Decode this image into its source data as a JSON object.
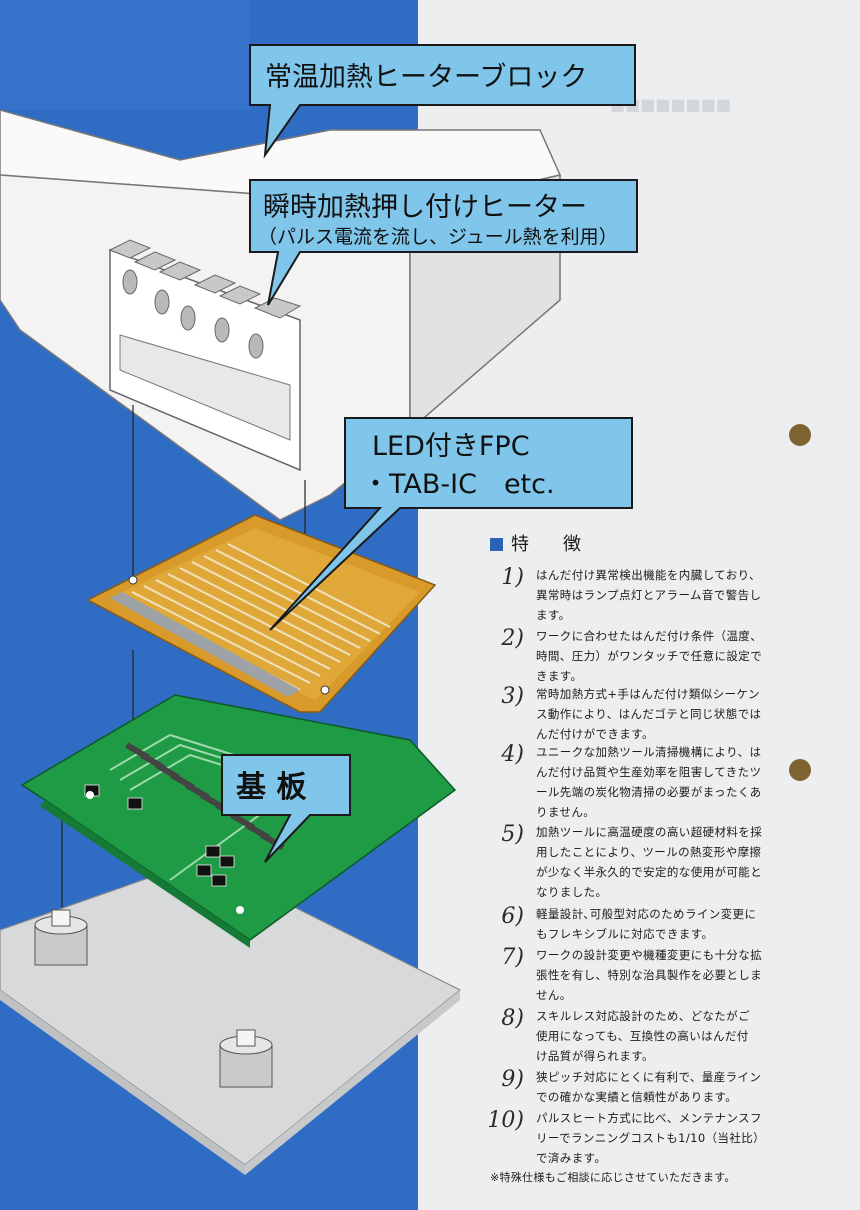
{
  "labels": {
    "heater_block": "常温加熱ヒーターブロック",
    "pulse_heater_line1": "瞬時加熱押し付けヒーター",
    "pulse_heater_line2": "（パルス電流を流し、ジュール熱を利用）",
    "fpc_line1": "LED付きFPC",
    "fpc_line2": "・TAB-IC　etc.",
    "substrate": "基 板"
  },
  "features": {
    "heading": "特　徴",
    "items": [
      {
        "num": "1)",
        "lines": [
          "はんだ付け異常検出機能を内臓しており、",
          "異常時はランプ点灯とアラーム音で警告し",
          "ます。"
        ]
      },
      {
        "num": "2)",
        "lines": [
          "ワークに合わせたはんだ付け条件（温度、",
          "時間、圧力）がワンタッチで任意に設定で",
          "きます。"
        ]
      },
      {
        "num": "3)",
        "lines": [
          "常時加熱方式+手はんだ付け類似シーケン",
          "ス動作により、はんだゴテと同じ状態では",
          "んだ付けができます。"
        ]
      },
      {
        "num": "4)",
        "lines": [
          "ユニークな加熱ツール清掃機構により、は",
          "んだ付け品質や生産効率を阻害してきたツ",
          "ール先端の炭化物清掃の必要がまったくあ",
          "りません。"
        ]
      },
      {
        "num": "5)",
        "lines": [
          "加熱ツールに高温硬度の高い超硬材料を採",
          "用したことにより、ツールの熱変形や摩擦",
          "が少なく半永久的で安定的な使用が可能と",
          "なりました。"
        ]
      },
      {
        "num": "6)",
        "lines": [
          "軽量設計､可般型対応のためライン変更に",
          "もフレキシブルに対応できます。"
        ]
      },
      {
        "num": "7)",
        "lines": [
          "ワークの設計変更や機種変更にも十分な拡",
          "張性を有し、特別な治具製作を必要としま",
          "せん。"
        ]
      },
      {
        "num": "8)",
        "lines": [
          "スキルレス対応設計のため、どなたがご",
          "使用になっても、互換性の高いはんだ付",
          "け品質が得られます。"
        ]
      },
      {
        "num": "9)",
        "lines": [
          "狭ピッチ対応にとくに有利で、量産ライン",
          "での確かな実績と信頼性があります。"
        ]
      },
      {
        "num": "10)",
        "lines": [
          "パルスヒート方式に比べ、メンテナンスフ",
          "リーでランニングコストも1/10（当社比）",
          "で済みます。"
        ]
      }
    ],
    "footnote": "※特殊仕様もご相談に応じさせていただきます。"
  },
  "colors": {
    "blue_panel": "#2f6dc4",
    "bubble_fill": "#7fc6ea",
    "pcb_green": "#1f9a45",
    "fpc_orange": "#d89a2a"
  }
}
